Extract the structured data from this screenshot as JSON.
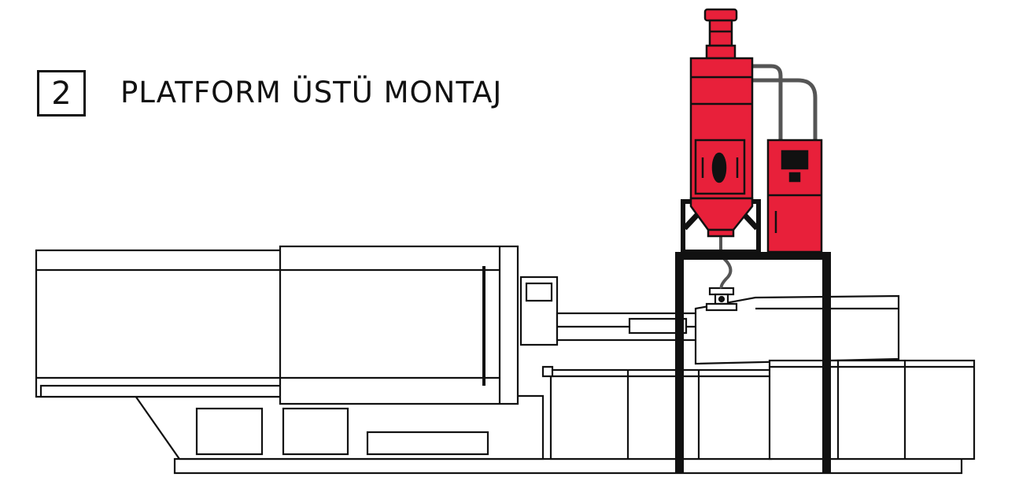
{
  "heading": {
    "step_number": "2",
    "title": "PLATFORM ÜSTÜ MONTAJ"
  },
  "colors": {
    "accent": "#e8203a",
    "line": "#111111",
    "background": "#ffffff"
  },
  "components": {
    "machine": "injection-molding-machine",
    "dryer": "hopper-dryer",
    "control_unit": "dryer-control-unit",
    "platform": "mounting-platform"
  }
}
